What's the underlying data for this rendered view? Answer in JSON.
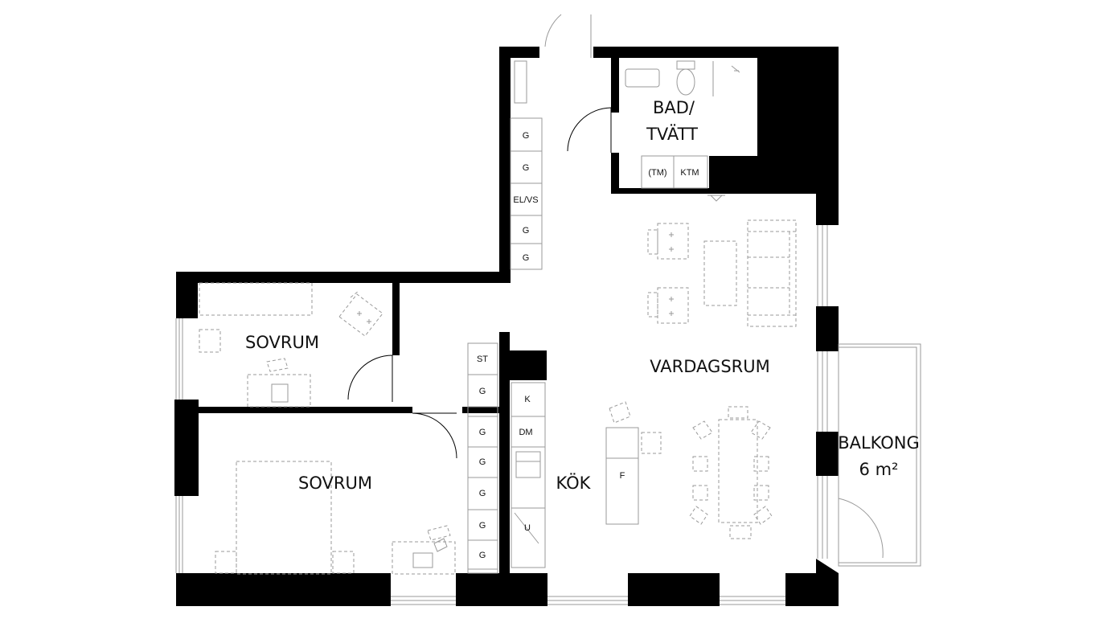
{
  "rooms": {
    "bad_line1": "BAD/",
    "bad_line2": "TVÄTT",
    "sovrum_1": "SOVRUM",
    "sovrum_2": "SOVRUM",
    "vardagsrum": "VARDAGSRUM",
    "kok": "KÖK",
    "balkong": "BALKONG",
    "balkong_area": "6 m²"
  },
  "cabinets": {
    "hall": [
      "G",
      "G",
      "EL/VS",
      "G",
      "G"
    ],
    "kitchen_left": [
      "ST",
      "G",
      "G",
      "G",
      "G",
      "G",
      "G"
    ],
    "kitchen_right": [
      "K",
      "DM",
      "U"
    ],
    "bath": [
      "(TM)",
      "KTM"
    ],
    "island": "F"
  },
  "colors": {
    "wall": "#000000",
    "furniture": "#9a9a9a"
  }
}
